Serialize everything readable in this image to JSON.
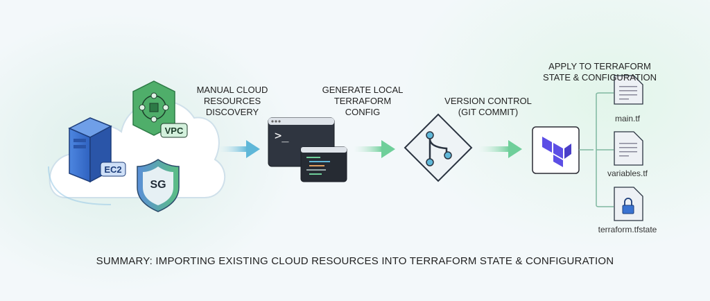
{
  "steps": {
    "discovery": {
      "line1": "MANUAL CLOUD",
      "line2": "RESOURCES",
      "line3": "DISCOVERY"
    },
    "generate": {
      "line1": "GENERATE LOCAL",
      "line2": "TERRAFORM",
      "line3": "CONFIG"
    },
    "version": {
      "line1": "VERSION CONTROL",
      "line2": "(GIT COMMIT)"
    },
    "apply": {
      "line1": "APPLY TO TERRAFORM",
      "line2": "STATE & CONFIGURATION"
    }
  },
  "cloud": {
    "ec2": "EC2",
    "vpc": "VPC",
    "sg": "SG"
  },
  "terminal": {
    "prompt": ">_"
  },
  "files": [
    "main.tf",
    "variables.tf",
    "terraform.tfstate"
  ],
  "summary": "SUMMARY: IMPORTING EXISTING CLOUD RESOURCES INTO TERRAFORM STATE & CONFIGURATION",
  "colors": {
    "terraform": "#5c4ee5",
    "green": "#4caf6a",
    "blue": "#3b73d1",
    "arrow": "#5fb7d8"
  }
}
